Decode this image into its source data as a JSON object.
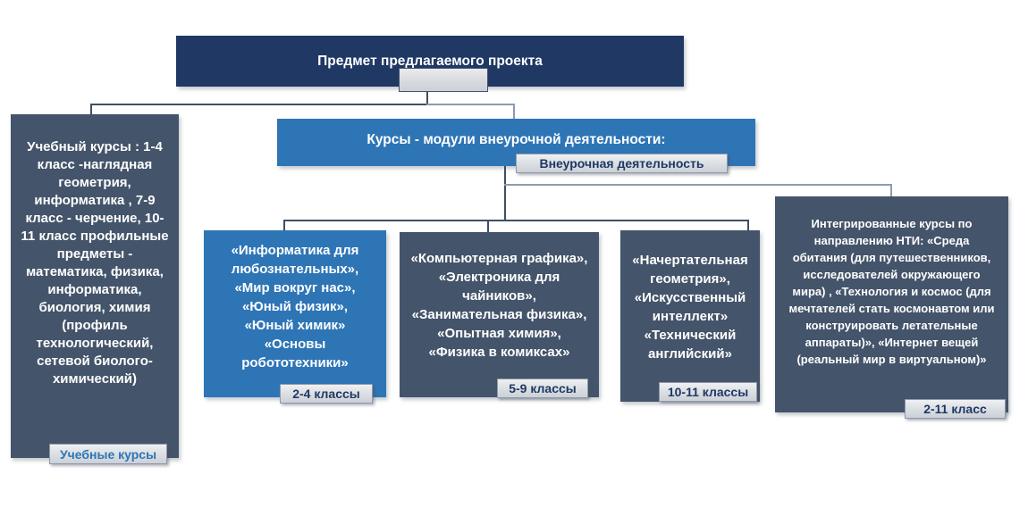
{
  "diagram": {
    "root": {
      "title": "Предмет предлагаемого проекта"
    },
    "left_branch": {
      "body": "Учебный курсы : 1-4\nкласс -наглядная\nгеометрия,\nинформатика , 7-9\nкласс - черчение, 10-\n11 класс профильные\nпредметы -\nматематика, физика,\nинформатика,\nбиология, химия\n(профиль\nтехнологический,\nсетевой биолого-\nхимический)",
      "label": "Учебные курсы"
    },
    "right_branch": {
      "title": "Курсы - модули внеурочной деятельности:",
      "label": "Внеурочная деятельность",
      "children": [
        {
          "body": "«Информатика для\nлюбознательных»,\n«Мир вокруг нас»,\n«Юный физик»,\n«Юный химик»\n«Основы\nробототехники»",
          "label": "2-4 классы"
        },
        {
          "body": "«Компьютерная графика»,\n«Электроника для\nчайников»,\n«Занимательная физика»,\n«Опытная химия»,\n«Физика в комиксах»",
          "label": "5-9 классы"
        },
        {
          "body": "«Начертательная\nгеометрия»,\n«Искусственный\nинтеллект»\n«Технический\nанглийский»",
          "label": "10-11 классы"
        },
        {
          "body": "Интегрированные курсы по\nнаправлению НТИ: «Среда\nобитания (для путешественников,\nисследователей окружающего\nмира) , «Технология и космос (для\nмечтателей стать космонавтом или\nконструировать летательные\nаппараты)», «Интернет вещей\n(реальный мир в виртуальном)»",
          "label": "2-11 класс"
        }
      ]
    },
    "colors": {
      "navy": "#1F3864",
      "slate": "#44546A",
      "blue": "#2E75B6",
      "label_bg": "#D9DCE0",
      "line_dark": "#3F4E64",
      "line_light": "#8C9BB0"
    }
  }
}
